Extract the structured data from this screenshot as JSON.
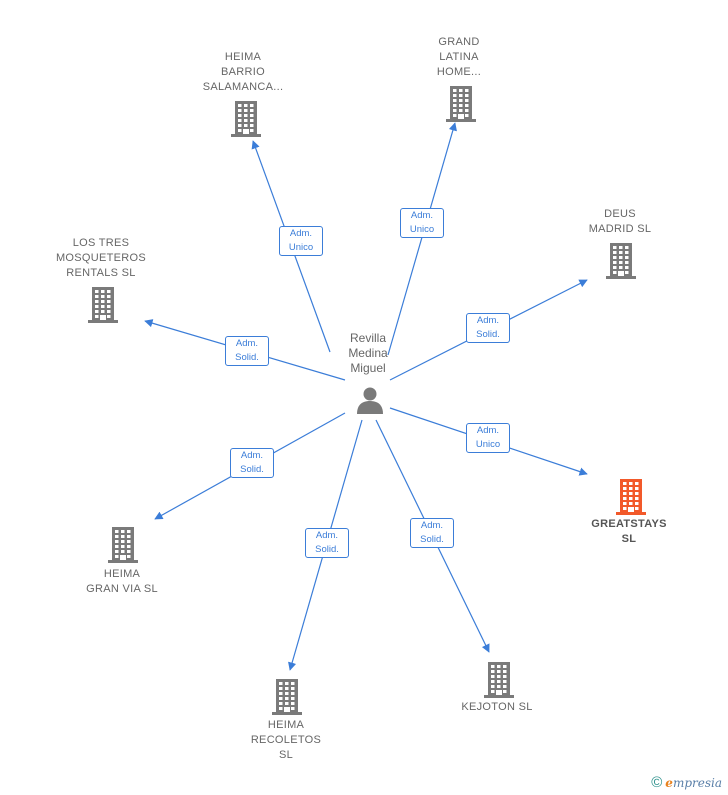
{
  "center": {
    "name": "Revilla\nMedina\nMiguel",
    "icon": "person-icon"
  },
  "colors": {
    "edge": "#3b7dd8",
    "building": "#7a7a7a",
    "highlight": "#f2592a"
  },
  "companies": [
    {
      "id": "heima-barrio-salamanca",
      "name": "HEIMA\nBARRIO\nSALAMANCA...",
      "role": "Adm.\nUnico",
      "highlight": false
    },
    {
      "id": "grand-latina-home",
      "name": "GRAND\nLATINA\nHOME...",
      "role": "Adm.\nUnico",
      "highlight": false
    },
    {
      "id": "deus-madrid",
      "name": "DEUS\nMADRID  SL",
      "role": "Adm.\nSolid.",
      "highlight": false
    },
    {
      "id": "los-tres-mosqueteros",
      "name": "LOS TRES\nMOSQUETEROS\nRENTALS  SL",
      "role": "Adm.\nSolid.",
      "highlight": false
    },
    {
      "id": "greatstays",
      "name": "GREATSTAYS\nSL",
      "role": "Adm.\nUnico",
      "highlight": true
    },
    {
      "id": "heima-gran-via",
      "name": "HEIMA\nGRAN VIA  SL",
      "role": "Adm.\nSolid.",
      "highlight": false
    },
    {
      "id": "heima-recoletos",
      "name": "HEIMA\nRECOLETOS\nSL",
      "role": "Adm.\nSolid.",
      "highlight": false
    },
    {
      "id": "kejoton",
      "name": "KEJOTON  SL",
      "role": "Adm.\nSolid.",
      "highlight": false
    }
  ],
  "footer": {
    "copyright": "©",
    "brand_e": "e",
    "brand_rest": "mpresia"
  }
}
